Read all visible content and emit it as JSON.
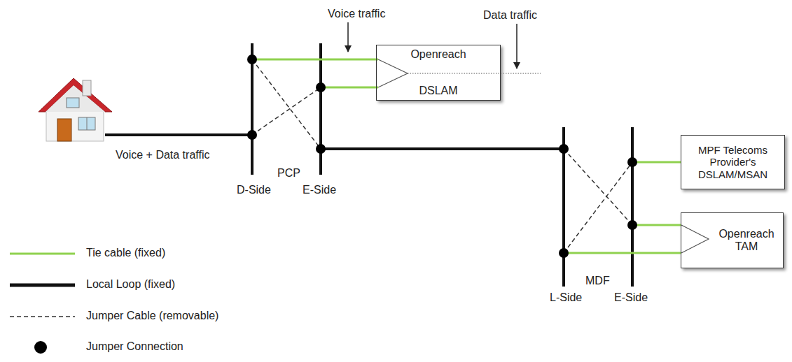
{
  "diagram": {
    "nodes": [
      {
        "text": [
          "Openreach",
          "DSLAM"
        ]
      },
      {
        "text": [
          "MPF Telecoms Provider's DSLAM/MSAN"
        ]
      },
      {
        "text": [
          "Openreach TAM"
        ]
      }
    ],
    "labels": [
      "Voice traffic",
      "Data traffic",
      "Voice + Data traffic",
      "PCP",
      "D-Side",
      "E-Side",
      "MDF",
      "L-Side",
      "E-Side"
    ],
    "legend": [
      {
        "text": "Tie cable (fixed)"
      },
      {
        "text": "Local Loop (fixed)"
      },
      {
        "text": "Jumper Cable (removable)"
      },
      {
        "text": "Jumper Connection"
      }
    ]
  }
}
